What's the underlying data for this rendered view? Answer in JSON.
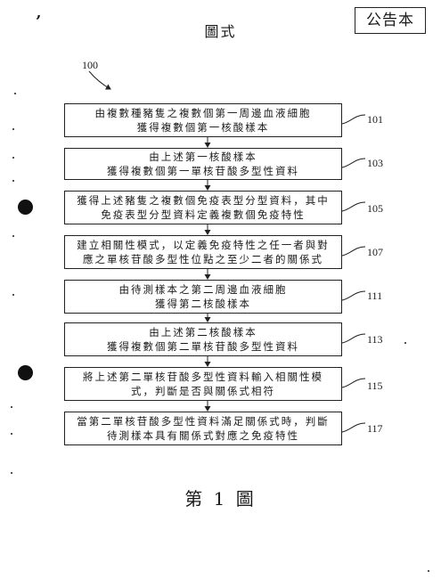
{
  "header": {
    "title": "圖式",
    "stamp": "公告本",
    "mark": "’"
  },
  "diagram": {
    "ref_main": "100",
    "steps": [
      {
        "lines": [
          "由複數種豬隻之複數個第一周邊血液細胞",
          "獲得複數個第一核酸樣本"
        ],
        "ref": "101"
      },
      {
        "lines": [
          "由上述第一核酸樣本",
          "獲得複數個第一單核苷酸多型性資料"
        ],
        "ref": "103"
      },
      {
        "lines": [
          "獲得上述豬隻之複數個免疫表型分型資料，其中",
          "免疫表型分型資料定義複數個免疫特性"
        ],
        "ref": "105"
      },
      {
        "lines": [
          "建立相關性模式，以定義免疫特性之任一者與對",
          "應之單核苷酸多型性位點之至少二者的關係式"
        ],
        "ref": "107"
      },
      {
        "lines": [
          "由待測樣本之第二周邊血液細胞",
          "獲得第二核酸樣本"
        ],
        "ref": "111"
      },
      {
        "lines": [
          "由上述第二核酸樣本",
          "獲得複數個第二單核苷酸多型性資料"
        ],
        "ref": "113"
      },
      {
        "lines": [
          "將上述第二單核苷酸多型性資料輸入相關性模",
          "式，判斷是否與關係式相符"
        ],
        "ref": "115"
      },
      {
        "lines": [
          "當第二單核苷酸多型性資料滿足關係式時，判斷",
          "待測樣本具有關係式對應之免疫特性"
        ],
        "ref": "117"
      }
    ],
    "caption": "第 1 圖"
  }
}
